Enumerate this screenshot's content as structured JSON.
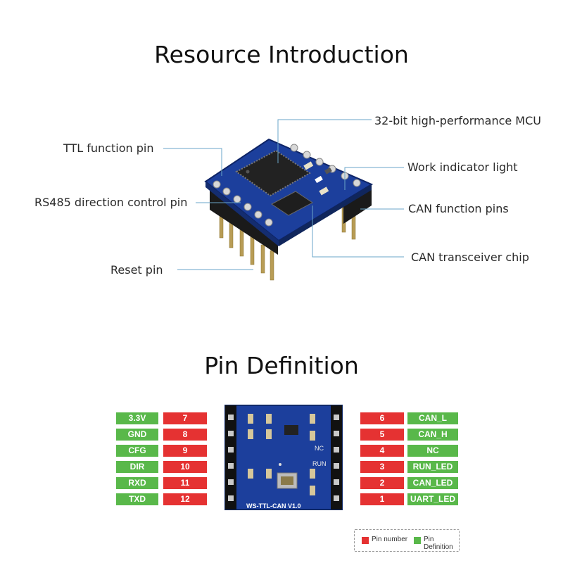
{
  "section1": {
    "title": "Resource Introduction",
    "callouts": {
      "mcu": "32-bit high-performance MCU",
      "ttl": "TTL function pin",
      "work_light": "Work indicator light",
      "rs485": "RS485 direction control pin",
      "can_pins": "CAN function pins",
      "can_chip": "CAN transceiver chip",
      "reset": "Reset pin"
    }
  },
  "section2": {
    "title": "Pin Definition",
    "board_silkscreen": "WS-TTL-CAN V1.0",
    "left_pins": [
      {
        "name": "3.3V",
        "number": "7"
      },
      {
        "name": "GND",
        "number": "8"
      },
      {
        "name": "CFG",
        "number": "9"
      },
      {
        "name": "DIR",
        "number": "10"
      },
      {
        "name": "RXD",
        "number": "11"
      },
      {
        "name": "TXD",
        "number": "12"
      }
    ],
    "right_pins": [
      {
        "number": "6",
        "name": "CAN_L"
      },
      {
        "number": "5",
        "name": "CAN_H"
      },
      {
        "number": "4",
        "name": "NC"
      },
      {
        "number": "3",
        "name": "RUN_LED"
      },
      {
        "number": "2",
        "name": "CAN_LED"
      },
      {
        "number": "1",
        "name": "UART_LED"
      }
    ],
    "legend": {
      "pin_number": "Pin number",
      "pin_definition": "Pin Definition"
    }
  },
  "colors": {
    "pin_number": "#e53232",
    "pin_definition": "#59b84a",
    "pcb": "#1c3f9c",
    "leader_line": "#6aa6c8"
  }
}
